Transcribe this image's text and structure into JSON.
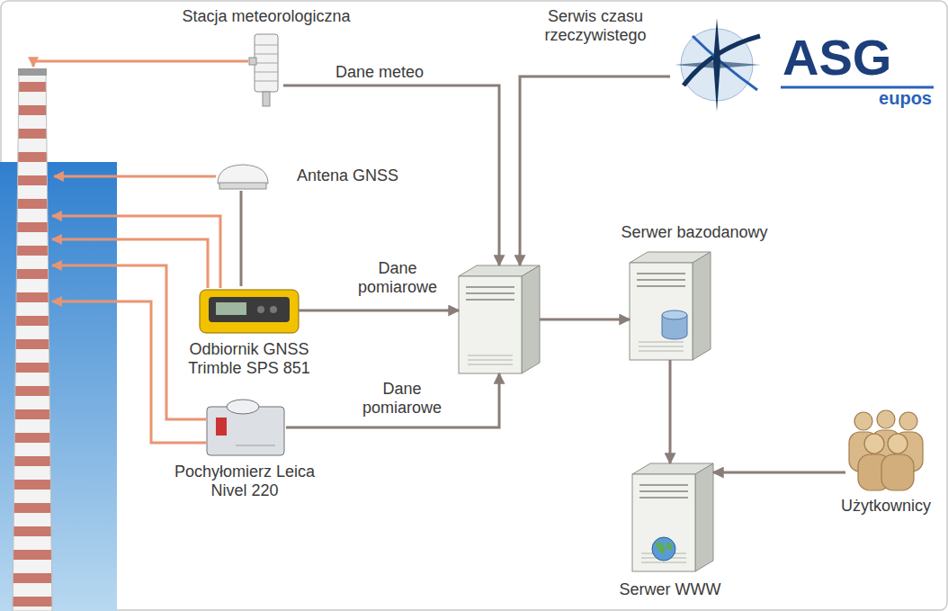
{
  "diagram": {
    "nodes": [
      {
        "text": [
          "Stacja meteorologiczna"
        ]
      },
      {
        "text": [
          "ASG",
          "eupos"
        ]
      },
      {
        "text": [
          "Antena GNSS"
        ]
      },
      {
        "text": []
      },
      {
        "text": [
          "Serwer bazodanowy"
        ]
      },
      {
        "text": [
          "Odbiornik GNSS Trimble SPS 851"
        ]
      },
      {
        "text": [
          "Pochyłomierz Leica Nivel 220"
        ]
      },
      {
        "text": [
          "Serwer WWW"
        ]
      },
      {
        "text": [
          "Użytkownicy"
        ]
      }
    ],
    "edges": [
      {
        "from": 0,
        "to": 3,
        "arrow": "to",
        "label": "Dane meteo"
      },
      {
        "from": 1,
        "to": 3,
        "arrow": "to",
        "label": "Serwis czasu rzeczywistego"
      },
      {
        "from": 2,
        "to": 5,
        "arrow": "none"
      },
      {
        "from": 5,
        "to": 3,
        "arrow": "to",
        "label": "Dane pomiarowe"
      },
      {
        "from": 6,
        "to": 3,
        "arrow": "to",
        "label": "Dane pomiarowe"
      },
      {
        "from": 3,
        "to": 4,
        "arrow": "to"
      },
      {
        "from": 4,
        "to": 7,
        "arrow": "to"
      },
      {
        "from": 8,
        "to": 7,
        "arrow": "to"
      }
    ]
  }
}
